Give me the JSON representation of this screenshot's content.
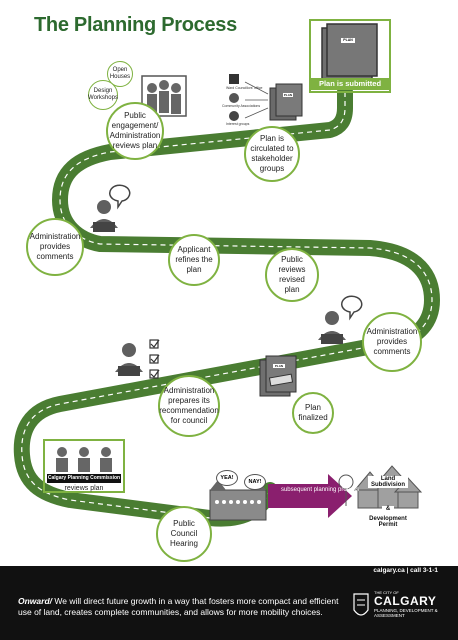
{
  "title": "The Planning Process",
  "colors": {
    "road": "#4a7d32",
    "road_dash": "#ffffff",
    "accent": "#7fb241",
    "arrow": "#8a1f6e",
    "footer": "#111111",
    "title": "#2d6a2f"
  },
  "steps": {
    "submitted": "Plan is submitted",
    "circulated": "Plan is circulated to stakeholder groups",
    "engagement": "Public engagement/ Administration reviews plan",
    "admin_comments_1": "Administration provides comments",
    "applicant_refines": "Applicant refines the plan",
    "public_reviews": "Public reviews revised plan",
    "admin_comments_2": "Administration provides comments",
    "admin_prepares": "Administration prepares its recommendation for council",
    "plan_finalized": "Plan finalized",
    "cpc_reviews": "reviews plan",
    "council_hearing": "Public Council Hearing"
  },
  "engagement_types": [
    "Open Houses",
    "Design Workshops"
  ],
  "stakeholders": [
    "Ward Councillors' office",
    "Community Associations",
    "Interest groups"
  ],
  "doc_label": "PLAN",
  "cpc_label": "Calgary Planning Commission",
  "council_speech": [
    "YEA!",
    "NAY!"
  ],
  "arrow_label": "subsequent planning process",
  "development": [
    "Land Subdivision",
    "&",
    "Development Permit"
  ],
  "footer": {
    "link": "calgary.ca | call 3-1-1",
    "lead": "Onward/",
    "text": " We will direct future growth in a way that fosters more compact and efficient use of land, creates complete communities, and allows for more mobility choices.",
    "city_small": "THE CITY OF",
    "city_name": "CALGARY",
    "city_dept": "PLANNING, DEVELOPMENT & ASSESSMENT"
  }
}
